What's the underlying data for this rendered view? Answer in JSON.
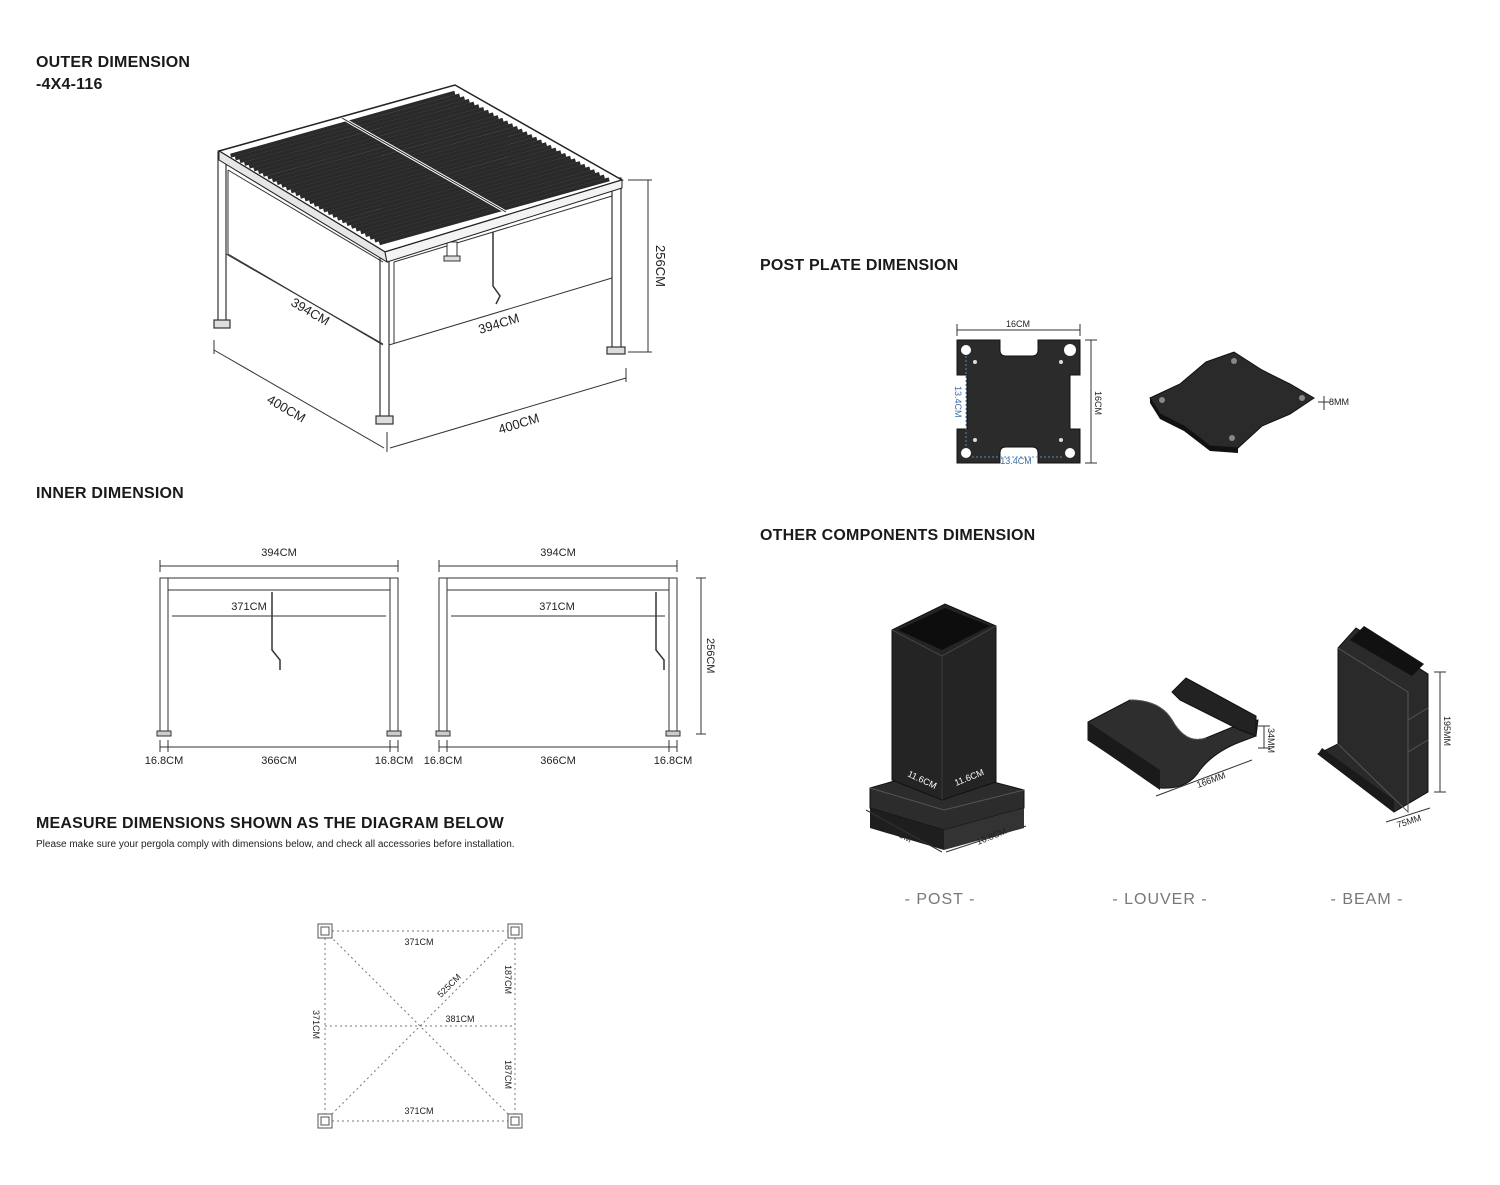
{
  "outer": {
    "title": "OUTER DIMENSION",
    "model": "-4X4-116",
    "inner_width_left": "394CM",
    "inner_width_right": "394CM",
    "outer_depth": "400CM",
    "outer_width": "400CM",
    "height": "256CM"
  },
  "inner": {
    "title": "INNER DIMENSION",
    "left": {
      "top_width": "394CM",
      "beam_width": "371CM",
      "post_left": "16.8CM",
      "span": "366CM",
      "post_right": "16.8CM"
    },
    "right": {
      "top_width": "394CM",
      "beam_width": "371CM",
      "post_left": "16.8CM",
      "span": "366CM",
      "post_right": "16.8CM",
      "height": "256CM"
    }
  },
  "measure": {
    "title": "MEASURE DIMENSIONS SHOWN AS THE DIAGRAM BELOW",
    "note": "Please make sure your pergola comply with dimensions below, and check all accessories before installation.",
    "top": "371CM",
    "bottom": "371CM",
    "left": "371CM",
    "diagonal": "525CM",
    "middle": "381CM",
    "right_top": "187CM",
    "right_bottom": "187CM"
  },
  "post_plate": {
    "title": "POST PLATE DIMENSION",
    "width": "16CM",
    "height": "16CM",
    "hole_v": "13.4CM",
    "hole_h": "13.4CM",
    "thickness": "8MM"
  },
  "components": {
    "title": "OTHER COMPONENTS DIMENSION",
    "post": {
      "caption": "- POST -",
      "inner_a": "11.6CM",
      "inner_b": "11.6CM",
      "base_a": "16.8CM",
      "base_b": "16.8CM"
    },
    "louver": {
      "caption": "- LOUVER -",
      "height": "34MM",
      "width": "166MM"
    },
    "beam": {
      "caption": "- BEAM -",
      "height": "195MM",
      "width": "75MM"
    }
  }
}
